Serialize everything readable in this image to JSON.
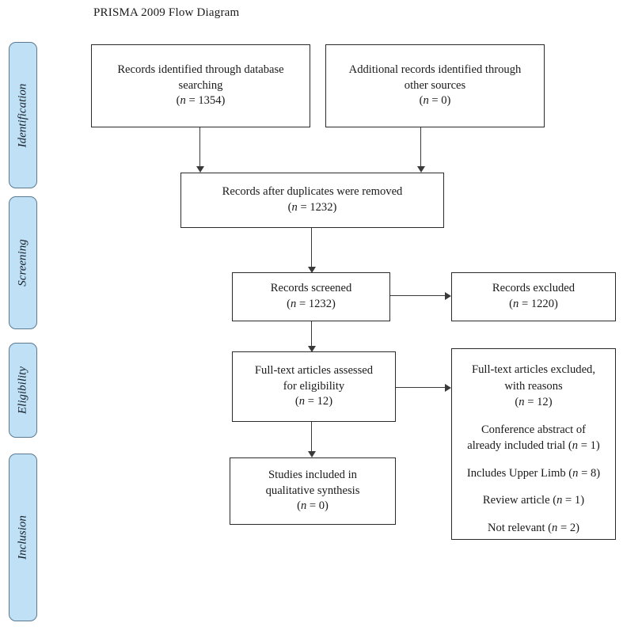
{
  "title": "PRISMA 2009 Flow Diagram",
  "stages": [
    {
      "label": "Identification"
    },
    {
      "label": "Screening"
    },
    {
      "label": "Eligibility"
    },
    {
      "label": "Inclusion"
    }
  ],
  "boxes": {
    "database_searching": {
      "line1": "Records identified through database",
      "line2": "searching",
      "count_prefix": "(",
      "count_n": "n",
      "count_value": " = 1354)"
    },
    "other_sources": {
      "line1": "Additional records identified through",
      "line2": "other sources",
      "count_prefix": "(",
      "count_n": "n",
      "count_value": " = 0)"
    },
    "duplicates_removed": {
      "line1": "Records after duplicates were removed",
      "count_prefix": "(",
      "count_n": "n",
      "count_value": " = 1232)"
    },
    "records_screened": {
      "line1": "Records screened",
      "count_prefix": "(",
      "count_n": "n",
      "count_value": " = 1232)"
    },
    "records_excluded": {
      "line1": "Records excluded",
      "count_prefix": "(",
      "count_n": "n",
      "count_value": " = 1220)"
    },
    "fulltext_assessed": {
      "line1": "Full-text articles assessed",
      "line2": "for eligibility",
      "count_prefix": "(",
      "count_n": "n",
      "count_value": " = 12)"
    },
    "fulltext_excluded": {
      "line1": "Full-text articles excluded,",
      "line2": "with reasons",
      "count_prefix": "(",
      "count_n": "n",
      "count_value": " = 12)",
      "reasons": [
        {
          "line1": "Conference abstract of",
          "line2_pre": "already included trial (",
          "line2_n": "n",
          "line2_post": " = 1)"
        },
        {
          "line1_pre": "Includes Upper Limb (",
          "line1_n": "n",
          "line1_post": " = 8)"
        },
        {
          "line1_pre": "Review article (",
          "line1_n": "n",
          "line1_post": " = 1)"
        },
        {
          "line1_pre": "Not relevant (",
          "line1_n": "n",
          "line1_post": " = 2)"
        }
      ]
    },
    "qualitative_synthesis": {
      "line1": "Studies included in",
      "line2": "qualitative synthesis",
      "count_prefix": "(",
      "count_n": "n",
      "count_value": " = 0)"
    }
  },
  "flow_data": {
    "type": "flowchart",
    "identified_database": 1354,
    "identified_other": 0,
    "after_duplicates": 1232,
    "screened": 1232,
    "excluded_screening": 1220,
    "fulltext_assessed": 12,
    "fulltext_excluded": 12,
    "exclusion_reasons": [
      {
        "reason": "Conference abstract of already included trial",
        "n": 1
      },
      {
        "reason": "Includes Upper Limb",
        "n": 8
      },
      {
        "reason": "Review article",
        "n": 1
      },
      {
        "reason": "Not relevant",
        "n": 2
      }
    ],
    "included_qualitative": 0
  },
  "colors": {
    "stage_fill": "#bfe0f5",
    "stage_border": "#5b7a91",
    "box_border": "#2a2a2a",
    "connector": "#3a3a3a",
    "background": "#ffffff"
  }
}
